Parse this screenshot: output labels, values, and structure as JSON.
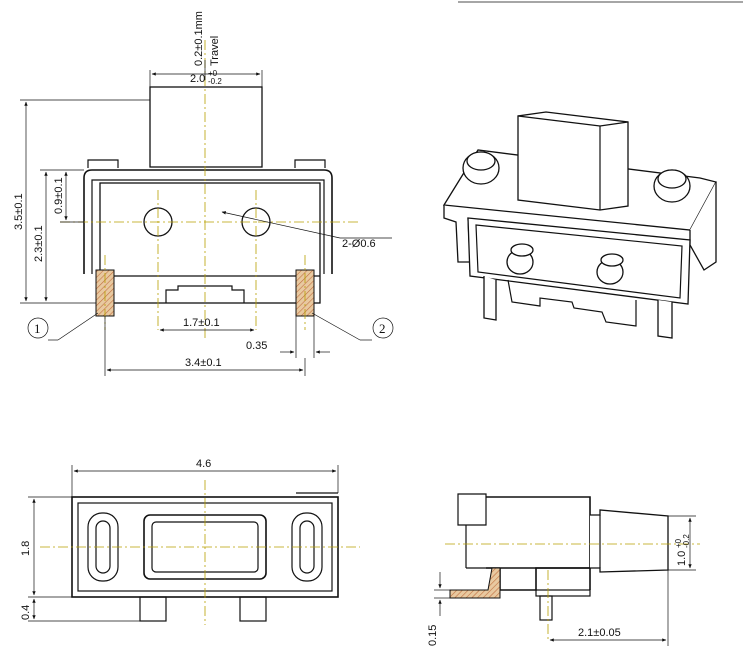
{
  "front_view": {
    "travel_label": "0.2±0.1mm",
    "travel_word": "Travel",
    "plunger_width": "2.0",
    "plunger_tol_upper": "+0",
    "plunger_tol_lower": "-0.2",
    "total_height": "3.5±0.1",
    "body_height": "2.3±0.1",
    "frame_height": "0.9±0.1",
    "peg_dia": "2-Ø0.6",
    "peg_pitch": "1.7±0.1",
    "terminal_width": "0.35",
    "terminal_pitch": "3.4±0.1",
    "terminal_1": "1",
    "terminal_2": "2"
  },
  "bottom_view": {
    "length": "4.6",
    "width": "1.8",
    "leg": "0.4"
  },
  "side_view": {
    "plunger_height": "1.0",
    "plunger_tol_upper": "+0",
    "plunger_tol_lower": "-0.2",
    "terminal_thickness": "0.15",
    "plunger_depth": "2.1±0.05"
  }
}
